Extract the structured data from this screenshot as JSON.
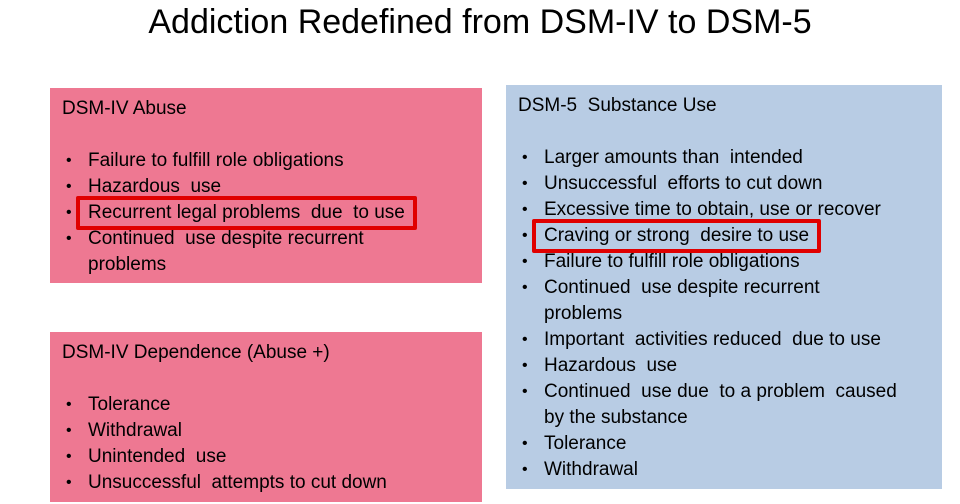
{
  "slide": {
    "title": "Addiction Redefined from DSM-IV to DSM-5",
    "colors": {
      "pink": "#ee7892",
      "blue": "#b8cce4",
      "highlight_red": "#e00000",
      "text": "#000000",
      "background": "#ffffff"
    },
    "boxes": [
      {
        "id": "dsm4-abuse",
        "title": "DSM-IV Abuse",
        "color": "pink",
        "bullets": [
          {
            "text": "Failure to fulfill role obligations",
            "highlighted": false
          },
          {
            "text": "Hazardous  use",
            "highlighted": false
          },
          {
            "text": "Recurrent legal problems  due  to use",
            "highlighted": true
          },
          {
            "text": "Continued  use despite recurrent\nproblems",
            "highlighted": false
          }
        ]
      },
      {
        "id": "dsm4-dependence",
        "title": "DSM-IV Dependence (Abuse +)",
        "color": "pink",
        "bullets": [
          {
            "text": "Tolerance",
            "highlighted": false
          },
          {
            "text": "Withdrawal",
            "highlighted": false
          },
          {
            "text": "Unintended  use",
            "highlighted": false
          },
          {
            "text": "Unsuccessful  attempts to cut down",
            "highlighted": false
          }
        ]
      },
      {
        "id": "dsm5-substance-use",
        "title": "DSM-5  Substance Use",
        "color": "blue",
        "bullets": [
          {
            "text": "Larger amounts than  intended",
            "highlighted": false
          },
          {
            "text": "Unsuccessful  efforts to cut down",
            "highlighted": false
          },
          {
            "text": "Excessive time to obtain, use or recover",
            "highlighted": false
          },
          {
            "text": "Craving or strong  desire to use",
            "highlighted": true
          },
          {
            "text": "Failure to fulfill role obligations",
            "highlighted": false
          },
          {
            "text": "Continued  use despite recurrent\nproblems",
            "highlighted": false
          },
          {
            "text": "Important  activities reduced  due to use",
            "highlighted": false
          },
          {
            "text": "Hazardous  use",
            "highlighted": false
          },
          {
            "text": "Continued  use due  to a problem  caused\nby the substance",
            "highlighted": false
          },
          {
            "text": "Tolerance",
            "highlighted": false
          },
          {
            "text": "Withdrawal",
            "highlighted": false
          }
        ]
      }
    ]
  }
}
